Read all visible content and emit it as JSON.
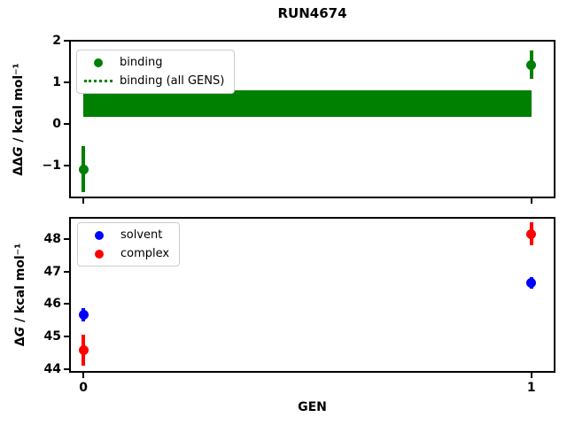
{
  "title": "RUN4674",
  "xlabel": "GEN",
  "colors": {
    "binding": "#008000",
    "solvent": "#0000ff",
    "complex": "#ff0000",
    "legend_border": "#cccccc",
    "axis": "#000000",
    "background": "#ffffff"
  },
  "chart_data": [
    {
      "type": "scatter",
      "id": "ddG",
      "ylabel": {
        "prefix": "ΔΔ",
        "var": "G",
        "suffix": " / kcal mol⁻¹"
      },
      "xlim": [
        -0.03,
        1.052
      ],
      "ylim": [
        -1.76,
        2.005
      ],
      "xticks": [
        0,
        1
      ],
      "xticklabels": [
        "0",
        "1"
      ],
      "xticklabels_visible": false,
      "yticks": [
        2,
        1,
        0,
        -1
      ],
      "yticklabels": [
        "2",
        "1",
        "0",
        "−1"
      ],
      "grid": false,
      "series": [
        {
          "name": "binding",
          "color": "#008000",
          "marker": "circle",
          "x": [
            0,
            1
          ],
          "y": [
            -1.08,
            1.43
          ],
          "yerr": [
            0.55,
            0.35
          ]
        }
      ],
      "band": {
        "label": "binding (all GENS)",
        "color": "#008000",
        "x": [
          0,
          1
        ],
        "y_low": 0.18,
        "y_high": 0.81
      },
      "legend": [
        {
          "label": "binding",
          "glyph": "dot",
          "color": "#008000"
        },
        {
          "label": "binding (all GENS)",
          "glyph": "dotted-line",
          "color": "#008000"
        }
      ],
      "legend_position": "upper-left"
    },
    {
      "type": "scatter",
      "id": "dG",
      "ylabel": {
        "prefix": "Δ",
        "var": "G",
        "suffix": " / kcal mol⁻¹"
      },
      "xlim": [
        -0.03,
        1.052
      ],
      "ylim": [
        43.91,
        48.654
      ],
      "xticks": [
        0,
        1
      ],
      "xticklabels": [
        "0",
        "1"
      ],
      "xticklabels_visible": true,
      "yticks": [
        48,
        47,
        46,
        45,
        44
      ],
      "yticklabels": [
        "48",
        "47",
        "46",
        "45",
        "44"
      ],
      "grid": false,
      "series": [
        {
          "name": "solvent",
          "color": "#0000ff",
          "marker": "circle",
          "x": [
            0,
            1
          ],
          "y": [
            45.67,
            46.66
          ],
          "yerr": [
            0.2,
            0.18
          ]
        },
        {
          "name": "complex",
          "color": "#ff0000",
          "marker": "circle",
          "x": [
            0,
            1
          ],
          "y": [
            44.58,
            48.16
          ],
          "yerr": [
            0.48,
            0.36
          ]
        }
      ],
      "legend": [
        {
          "label": "solvent",
          "glyph": "dot",
          "color": "#0000ff"
        },
        {
          "label": "complex",
          "glyph": "dot",
          "color": "#ff0000"
        }
      ],
      "legend_position": "upper-left"
    }
  ]
}
